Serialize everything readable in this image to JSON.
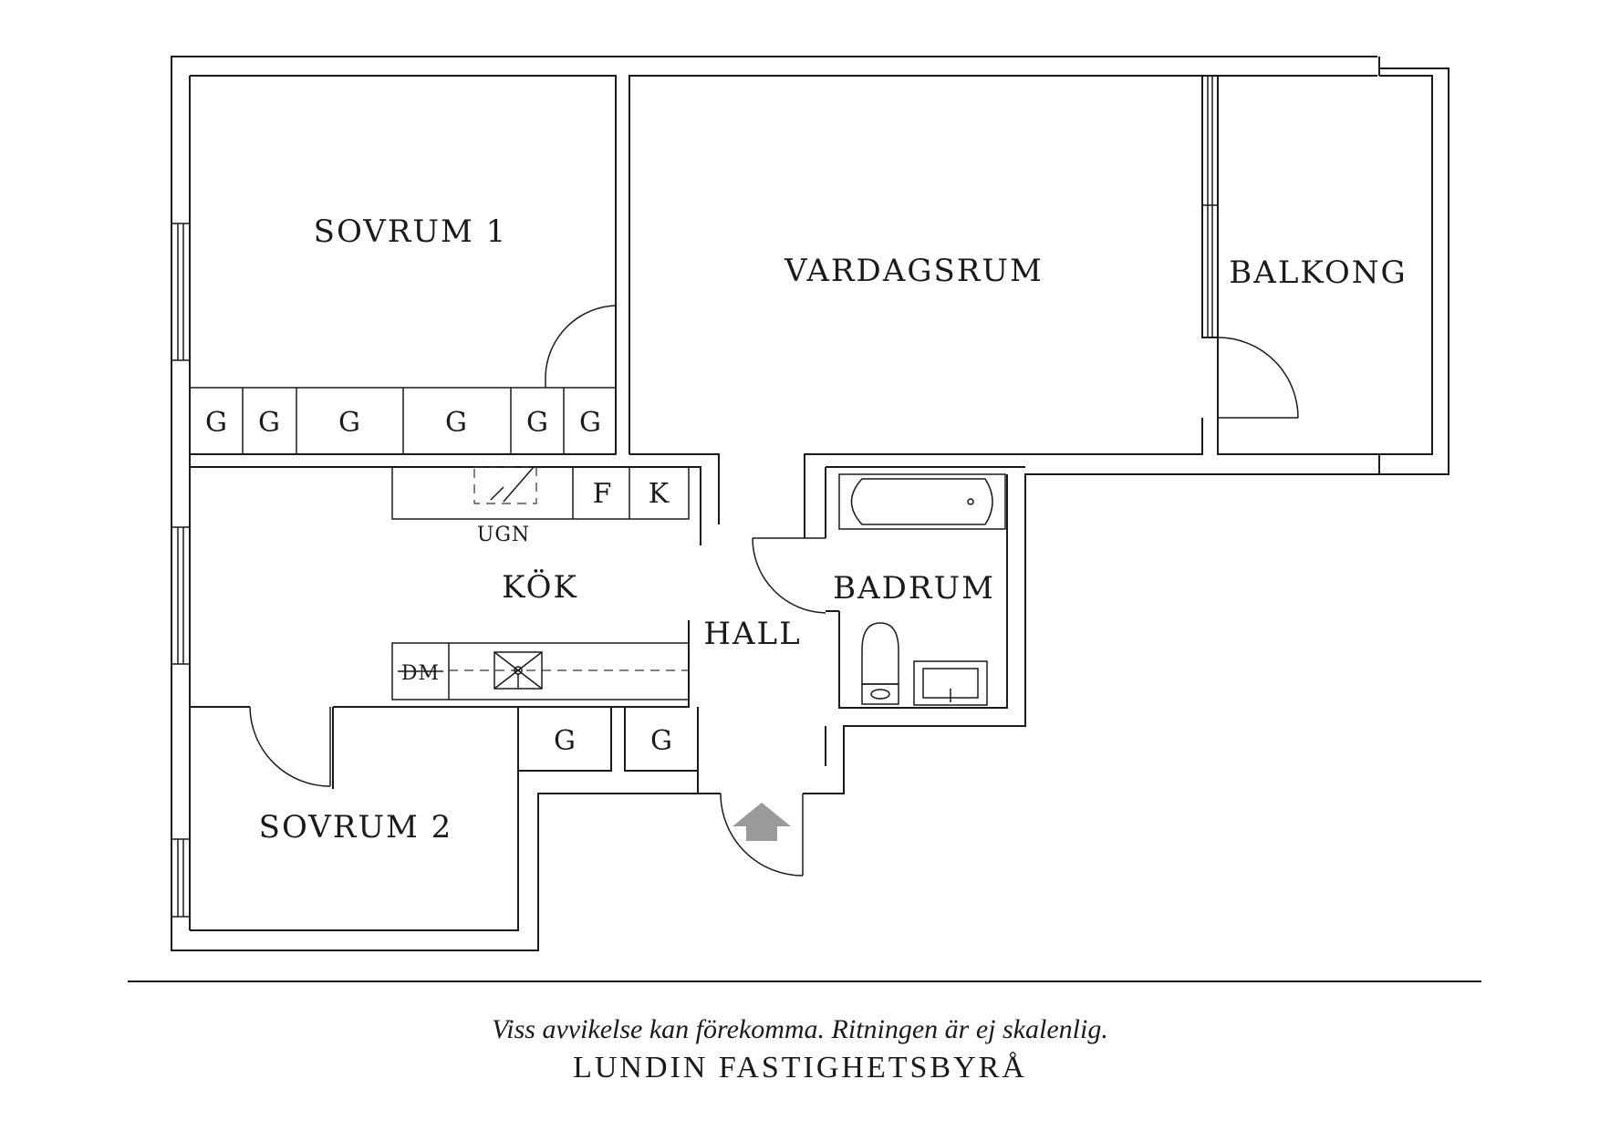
{
  "rooms": {
    "sovrum1": "SOVRUM 1",
    "vardagsrum": "VARDAGSRUM",
    "balkong": "BALKONG",
    "kok": "KÖK",
    "badrum": "BADRUM",
    "hall": "HALL",
    "sovrum2": "SOVRUM 2"
  },
  "fixtures": {
    "garderob": "G",
    "frys": "F",
    "kyl": "K",
    "ugn": "UGN",
    "diskmaskin": "DM"
  },
  "footer": {
    "disclaimer": "Viss avvikelse kan förekomma. Ritningen är ej skalenlig.",
    "company": "LUNDIN FASTIGHETSBYRÅ"
  }
}
